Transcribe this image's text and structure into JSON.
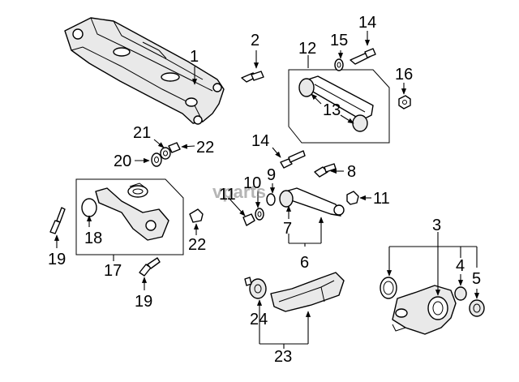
{
  "watermark": "vparts",
  "callouts": {
    "c1": "1",
    "c2": "2",
    "c3": "3",
    "c4": "4",
    "c5": "5",
    "c6": "6",
    "c7": "7",
    "c8": "8",
    "c9": "9",
    "c10": "10",
    "c11a": "11",
    "c11b": "11",
    "c12": "12",
    "c13": "13",
    "c14a": "14",
    "c14b": "14",
    "c15": "15",
    "c16": "16",
    "c17": "17",
    "c18": "18",
    "c19a": "19",
    "c19b": "19",
    "c20": "20",
    "c21": "21",
    "c22a": "22",
    "c22b": "22",
    "c23": "23",
    "c24": "24"
  }
}
